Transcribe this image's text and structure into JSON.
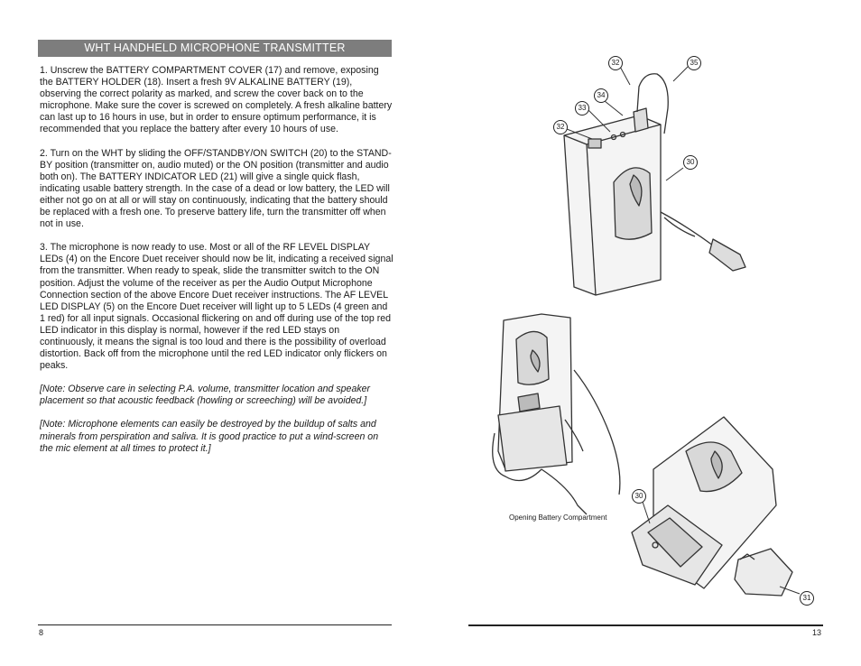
{
  "left_page": {
    "section_title": "WHT HANDHELD MICROPHONE TRANSMITTER",
    "paragraphs": [
      "1. Unscrew the BATTERY COMPARTMENT COVER (17) and remove, exposing the BATTERY HOLDER (18).  Insert a fresh 9V ALKALINE BATTERY (19), observing the correct polarity as marked, and screw the cover back on to the microphone. Make sure the cover is screwed on completely. A fresh alkaline battery can last up to 16 hours in use, but in order to ensure optimum performance, it is recommended that you replace the battery after every 10 hours of use.",
      "2. Turn on the WHT by sliding the OFF/STANDBY/ON SWITCH (20) to the STAND-BY position (transmitter on, audio muted) or the ON position (transmitter and audio both on). The BATTERY INDICATOR LED (21) will give a single quick flash, indicating usable battery strength. In the case of a dead or low battery, the LED will either not go on at all or will stay on continuously, indicating that the battery should be replaced with a fresh one. To preserve battery life, turn the transmitter off when not in use.",
      "3. The microphone is now ready to use. Most or all of the RF LEVEL DISPLAY LEDs (4)  on the Encore Duet receiver should now be lit, indicating a received signal  from the transmitter. When ready to speak, slide the transmitter switch to the ON position.  Adjust the volume of the receiver as per the Audio Output Microphone Connection section of the above Encore Duet receiver instructions. The AF LEVEL LED DISPLAY  (5) on the Encore Duet receiver will light up to 5 LEDs (4 green and 1 red) for all input signals. Occasional flickering on and off during use of the top red LED indicator in this display is normal, however if the red LED stays on continuously, it means the signal is too loud and there is the possibility of overload distortion. Back off from the microphone until the red LED indicator only flickers on peaks."
    ],
    "notes": [
      "[Note: Observe care in selecting P.A. volume, transmitter location and speaker placement so that acoustic feedback (howling or screeching) will be avoided.]",
      "[Note: Microphone elements can easily be destroyed by the buildup of salts and minerals from perspiration and saliva. It is good practice to put a wind-screen on the mic element at all times to protect it.]"
    ],
    "page_number": "8"
  },
  "right_page": {
    "callouts": {
      "c32a": "32",
      "c35": "35",
      "c34": "34",
      "c33": "33",
      "c32b": "32",
      "c30a": "30",
      "c30b": "30",
      "c31": "31"
    },
    "caption": "Opening Battery Compartment",
    "page_number": "13"
  }
}
